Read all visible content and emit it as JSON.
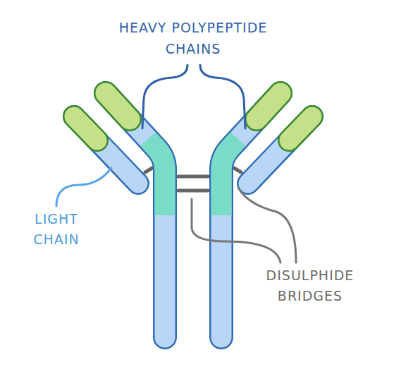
{
  "diagram": {
    "labels": [
      "HEAVY POLYPEPTIDE CHAINS",
      "LIGHT CHAIN",
      "DISULPHIDE BRIDGES"
    ]
  }
}
